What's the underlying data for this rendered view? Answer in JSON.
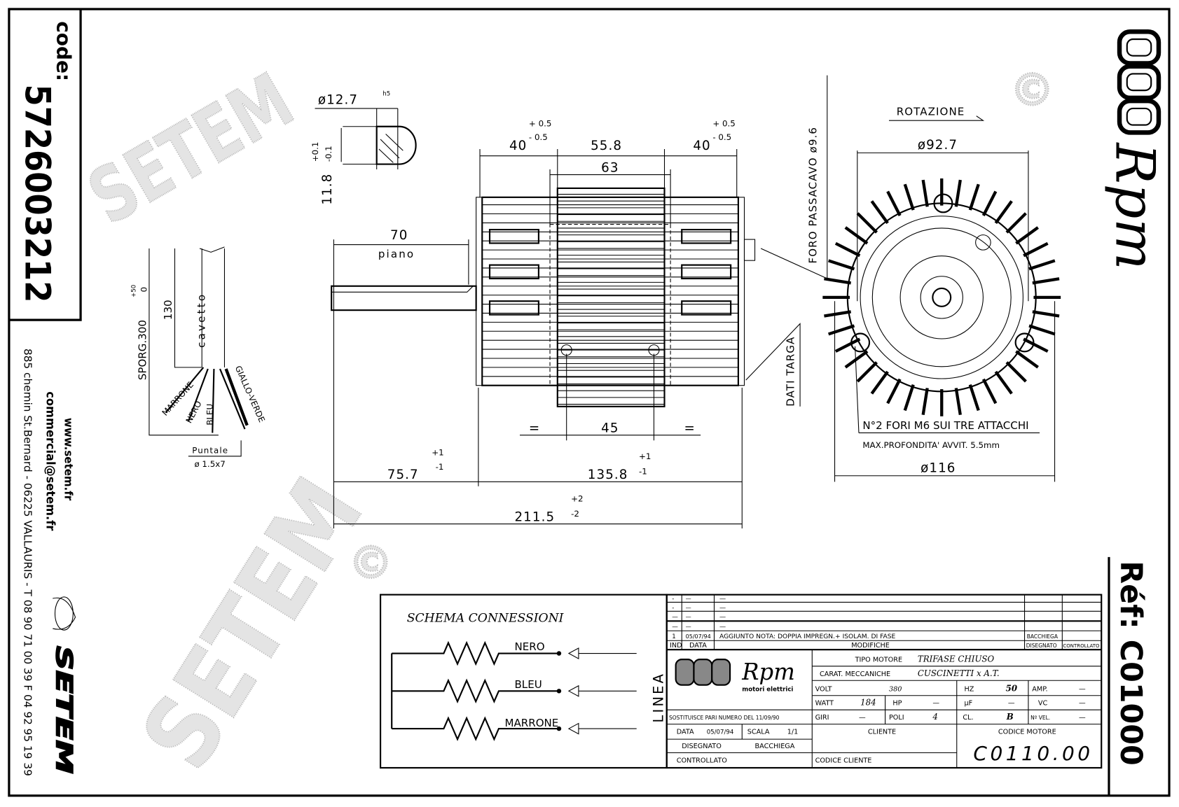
{
  "left_strip": {
    "code_label": "code:",
    "code_value": "5726003212",
    "website": "www.setem.fr",
    "email": "commercial@setem.fr",
    "address": "885 chemin St.Bernard - 06225 VALLAURIS - T 08 90 71 00 39  F 04 92 95 19 39",
    "brand": "SETEM"
  },
  "right_strip": {
    "logo_text": "Rpm",
    "ref_label": "Réf: C01000"
  },
  "watermark": {
    "text": "SETEM",
    "copyright": "©"
  },
  "shaft_detail": {
    "diameter": "ø12.7",
    "fit": "h5",
    "flat_height": "11.8",
    "tol_plus": "+0.1",
    "tol_minus": "-0.1"
  },
  "side_view": {
    "dim_left_40": "40",
    "dim_right_40": "40",
    "tol_plus_05": "+ 0.5",
    "tol_minus_05": "- 0.5",
    "dim_55_8": "55.8",
    "dim_63": "63",
    "dim_70": "70",
    "piano": "piano",
    "equal": "=",
    "dim_45": "45",
    "dim_75_7": "75.7",
    "dim_135_8": "135.8",
    "tol_plus_1": "+1",
    "tol_minus_1": "-1",
    "dim_211_5": "211.5",
    "tol_plus_2": "+2",
    "tol_minus_2": "-2"
  },
  "cable": {
    "sporg": "SPORG.300",
    "sporg_plus": "+50",
    "sporg_zero": "0",
    "dim_130": "130",
    "cavetto": "cavetto",
    "wires": [
      "MARRONE",
      "NERO",
      "BLEU",
      "GIALLO-VERDE"
    ],
    "puntale": "Puntale",
    "puntale_size": "ø 1.5x7"
  },
  "front_view": {
    "rotation": "ROTAZIONE",
    "dia_92_7": "ø92.7",
    "cable_hole": "FORO PASSACAVO ø9.6",
    "nameplate": "DATI TARGA",
    "note1": "N°2 FORI M6 SUI TRE ATTACCHI",
    "note2": "MAX.PROFONDITA' AVVIT. 5.5mm",
    "dia_116": "ø116"
  },
  "schema": {
    "title": "SCHEMA CONNESSIONI",
    "wires": [
      "NERO",
      "BLEU",
      "MARRONE"
    ],
    "linea": "LINEA"
  },
  "title_block": {
    "revisions": [
      {
        "ind": "-",
        "data": "—",
        "text": "—"
      },
      {
        "ind": "-",
        "data": "—",
        "text": "—"
      },
      {
        "ind": "—",
        "data": "—",
        "text": "—"
      },
      {
        "ind": "—",
        "data": "—",
        "text": "—"
      },
      {
        "ind": "1",
        "data": "05/07/94",
        "text": "AGGIUNTO NOTA: DOPPIA IMPREGN.+ ISOLAM. DI FASE",
        "disegnato": "BACCHIEGA"
      }
    ],
    "hdr_ind": "IND",
    "hdr_data": "DATA",
    "hdr_modifiche": "MODIFICHE",
    "hdr_disegnato": "DISEGNATO",
    "hdr_controllato": "CONTROLLATO",
    "logo_text": "Rpm",
    "logo_sub": "motori elettrici",
    "tipo_motore_label": "TIPO MOTORE",
    "tipo_motore": "TRIFASE CHIUSO",
    "carat_label": "CARAT. MECCANICHE",
    "carat": "CUSCINETTI x A.T.",
    "volt_label": "VOLT",
    "volt": "380",
    "hz_label": "HZ",
    "hz": "50",
    "amp_label": "AMP.",
    "amp": "—",
    "watt_label": "WATT",
    "watt": "184",
    "hp_label": "HP",
    "hp": "—",
    "uf_label": "µF",
    "uf": "—",
    "vc_label": "VC",
    "vc": "—",
    "giri_label": "GIRI",
    "giri": "—",
    "poli_label": "POLI",
    "poli": "4",
    "cl_label": "CL.",
    "cl": "B",
    "nvel_label": "Nº VEL.",
    "nvel": "—",
    "sostituisce": "SOSTITUISCE PARI NUMERO DEL   11/09/90",
    "data_label": "DATA",
    "data": "05/07/94",
    "scala_label": "SCALA",
    "scala": "1/1",
    "disegnato_label": "DISEGNATO",
    "disegnato": "BACCHIEGA",
    "controllato_label": "CONTROLLATO",
    "cliente_label": "CLIENTE",
    "codice_cliente_label": "CODICE CLIENTE",
    "codice_motore_label": "CODICE MOTORE",
    "codice_motore": "C0110.00"
  }
}
